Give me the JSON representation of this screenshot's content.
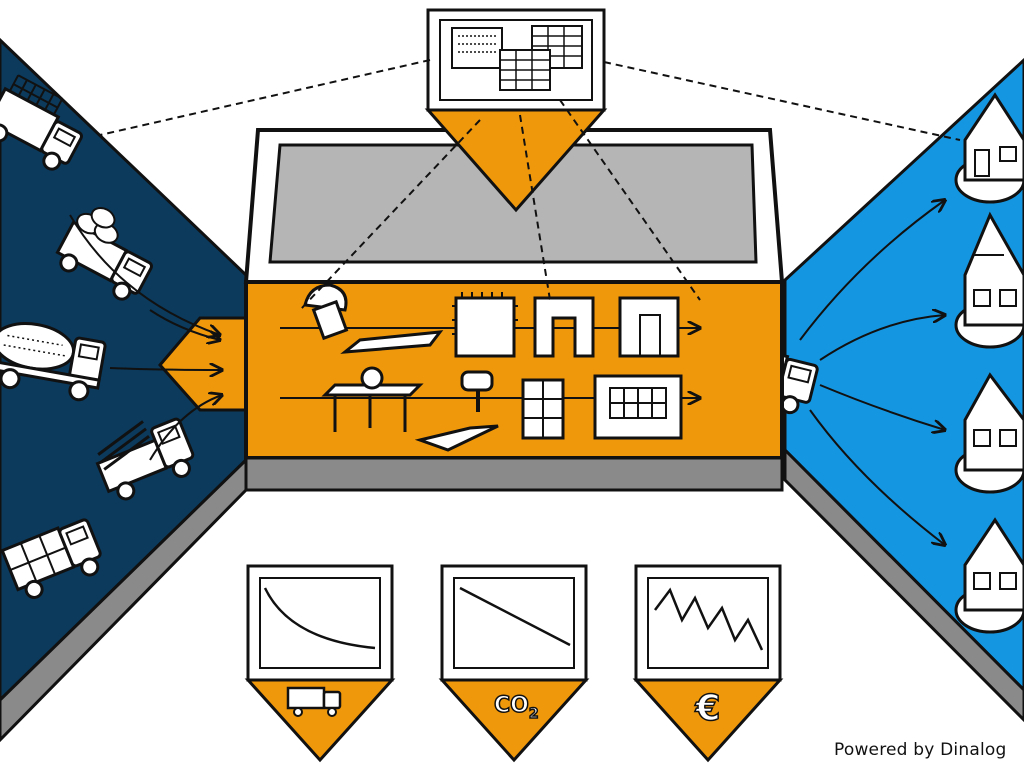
{
  "illustration": {
    "credit": "Powered by Dinalog",
    "colors": {
      "supplier_panel": "#0b3a5c",
      "customer_panel": "#1596e0",
      "process_orange": "#f0980b",
      "factory_roof": "#b5b5b5",
      "outline": "#111111",
      "base_grey": "#8a8a8a"
    },
    "suppliers": [
      {
        "name": "truck-steel-frame-icon"
      },
      {
        "name": "truck-sacks-icon"
      },
      {
        "name": "truck-cement-mixer-icon"
      },
      {
        "name": "truck-logs-icon"
      },
      {
        "name": "truck-crates-icon"
      }
    ],
    "production_row_1": [
      "concrete-pour-icon",
      "wall-panel-icon",
      "door-opening-panel-icon",
      "door-panel-icon"
    ],
    "production_row_2": [
      "saw-table-icon",
      "drill-icon",
      "window-frame-icon",
      "window-panel-icon"
    ],
    "customers": [
      "house-1-icon",
      "house-2-icon",
      "house-3-icon",
      "house-4-icon"
    ],
    "kpis": [
      {
        "name": "transport-kpi",
        "icon": "truck-icon",
        "trend": "decreasing-curve"
      },
      {
        "name": "co2-kpi",
        "icon": "co2-icon",
        "symbol": "CO",
        "subscript": "2",
        "trend": "decreasing-line"
      },
      {
        "name": "cost-kpi",
        "icon": "euro-icon",
        "symbol": "€",
        "trend": "fluctuating-decline"
      }
    ]
  }
}
